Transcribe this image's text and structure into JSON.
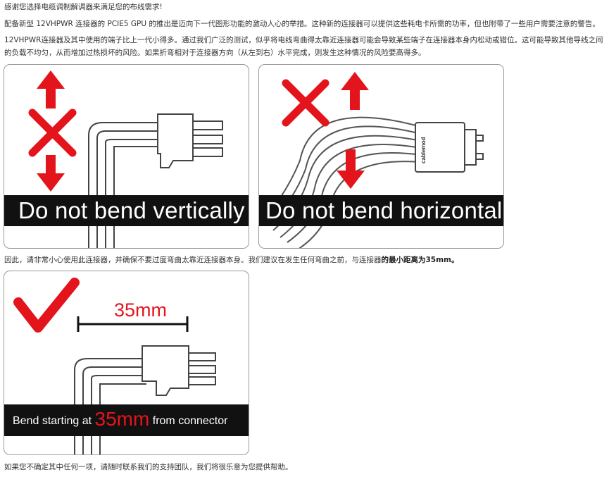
{
  "paragraphs": {
    "intro": "感谢您选择电缆调制解调器来满足您的布线需求!",
    "p1": "配备新型 12VHPWR 连接器的 PCIE5 GPU 的推出是迈向下一代图形功能的激动人心的举措。这种新的连接器可以提供这些耗电卡所需的功率，但也附带了一些用户需要注意的警告。",
    "p2": "12VHPWR连接器及其中使用的端子比上一代小得多。通过我们广泛的测试，似乎将电线弯曲得太靠近连接器可能会导致某些端子在连接器本身内松动或错位。这可能导致其他导线之间的负载不均匀，从而增加过热损坏的风险。如果折弯相对于连接器方向（从左到右）水平完成，则发生这种情况的风险要高得多。",
    "p3_text": "因此，请非常小心使用此连接器，并确保不要过度弯曲太靠近连接器本身。我们建议在发生任何弯曲之前，与连接器",
    "p3_bold": "的最小距离为35mm。",
    "p4": "如果您不确定其中任何一项，请随时联系我们的支持团队，我们将很乐意为您提供帮助。"
  },
  "panels": {
    "vertical": {
      "caption": "Do not bend vertically"
    },
    "horizontal": {
      "caption": "Do not bend horizontally",
      "brand": "cablemod"
    },
    "correct": {
      "distance_label": "35mm",
      "caption_before": "Bend starting at ",
      "caption_highlight": "35mm",
      "caption_after": " from connector"
    }
  },
  "colors": {
    "warning_red": "#e3141b",
    "caption_bg": "#111111",
    "text": "#333333"
  }
}
